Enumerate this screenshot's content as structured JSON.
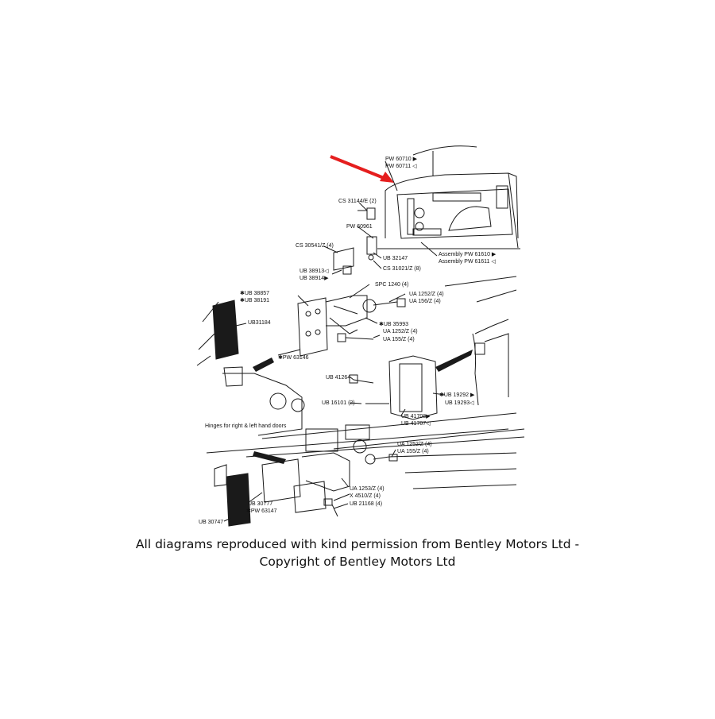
{
  "colors": {
    "line": "#1a1a1a",
    "arrow": "#e51e1e",
    "background": "#ffffff"
  },
  "labels": {
    "pw60710": "PW 60710 ▶",
    "pw60711": "PW 60711 ◁",
    "cs31144": "CS 31144/E (2)",
    "pw60961": "PW 60961",
    "cs30541": "CS 30541/Z (4)",
    "ub32147": "UB 32147",
    "cs31021": "CS 31021/Z (8)",
    "asm61610": "Assembly PW 61610 ▶",
    "asm61611": "Assembly PW 61611 ◁",
    "ub38913": "UB 38913◁",
    "ub38914": "UB 38914▶",
    "spc1240": "SPC 1240 (4)",
    "ub38857": "✱UB 38857",
    "ub38191": "✱UB 38191",
    "ua1252a": "UA 1252/Z (4)",
    "ua156": "UA 156/Z (4)",
    "ub31184": "UB31184",
    "ub35993": "✱UB 35993",
    "ua1252b": "UA 1252/Z (4)",
    "ua155a": "UA 155/Z (4)",
    "pw63146": "✱PW 63146",
    "ub41264": "UB 41264",
    "ub16101": "UB 16101 (2)",
    "ub41708": "UB 41708▶",
    "ub41707": "UB 41707◁",
    "ub19292": "✱UB 19292 ▶",
    "ub19293": "UB 19293◁",
    "hinges": "Hinges for right & left hand doors",
    "ua1252c": "UA 1252/Z (4)",
    "ua155b": "UA 155/Z (4)",
    "ua1253": "UA 1253/Z (4)",
    "x4510": "X 4510/Z (4)",
    "ub21168": "UB 21168 (4)",
    "ub30777": "UB 30777",
    "pw63147": "✱PW 63147",
    "ub30747": "UB 30747"
  },
  "caption": {
    "line1": "All diagrams reproduced with kind permission from Bentley Motors Ltd -",
    "line2": "Copyright of Bentley Motors Ltd"
  }
}
